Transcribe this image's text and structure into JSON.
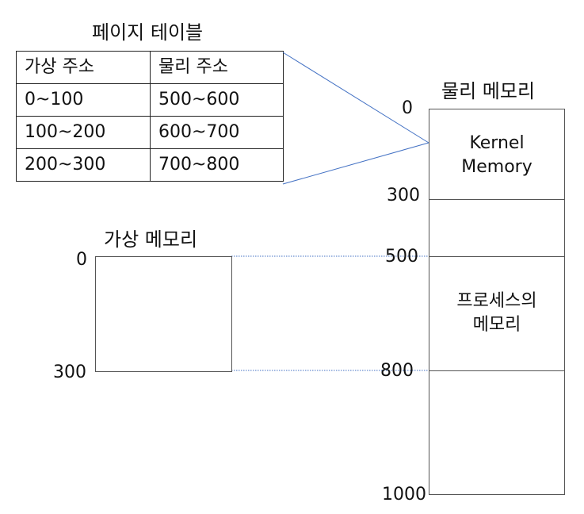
{
  "page_table": {
    "title": "페이지 테이블",
    "headers": [
      "가상 주소",
      "물리 주소"
    ],
    "rows": [
      [
        "0~100",
        "500~600"
      ],
      [
        "100~200",
        "600~700"
      ],
      [
        "200~300",
        "700~800"
      ]
    ]
  },
  "physical_memory": {
    "title": "물리 메모리",
    "ticks": [
      "0",
      "300",
      "500",
      "800",
      "1000"
    ],
    "kernel_label_line1": "Kernel",
    "kernel_label_line2": "Memory",
    "process_label_line1": "프로세스의",
    "process_label_line2": "메모리"
  },
  "virtual_memory": {
    "title": "가상 메모리",
    "ticks": [
      "0",
      "300"
    ]
  },
  "colors": {
    "callout_line": "#4472c4",
    "box_border": "#555555"
  }
}
